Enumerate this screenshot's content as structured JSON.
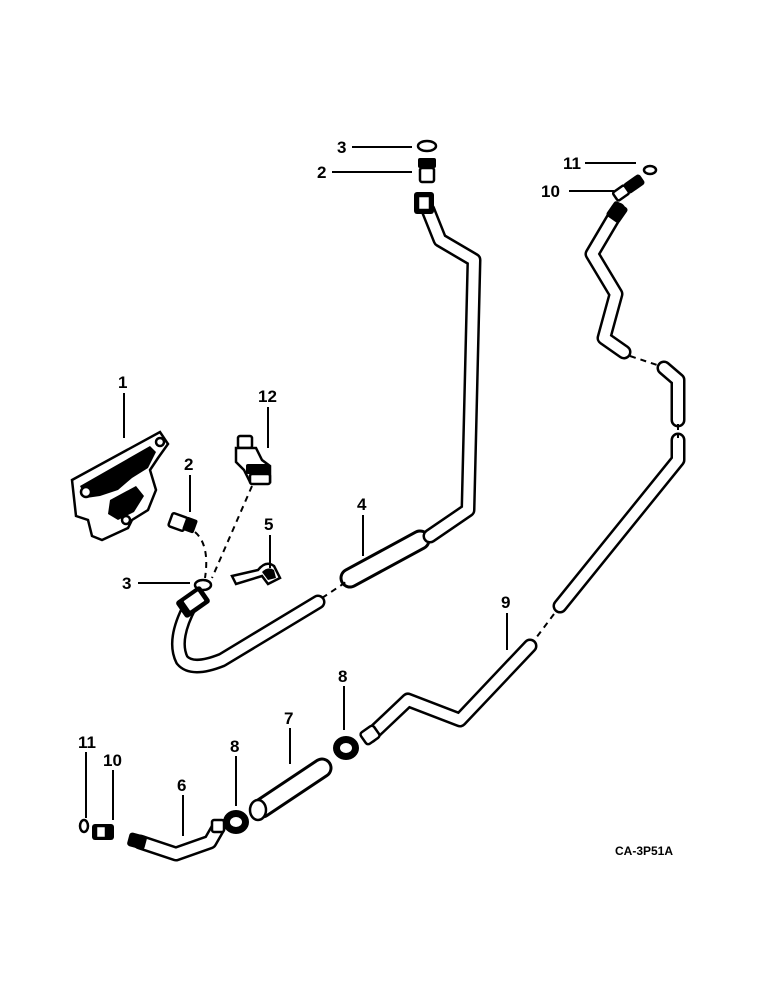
{
  "figure_code": "CA-3P51A",
  "callouts": {
    "c1": "1",
    "c2a": "2",
    "c2b": "2",
    "c3a": "3",
    "c3b": "3",
    "c4": "4",
    "c5": "5",
    "c6": "6",
    "c7": "7",
    "c8a": "8",
    "c8b": "8",
    "c9": "9",
    "c10a": "10",
    "c10b": "10",
    "c11a": "11",
    "c11b": "11",
    "c12": "12"
  }
}
